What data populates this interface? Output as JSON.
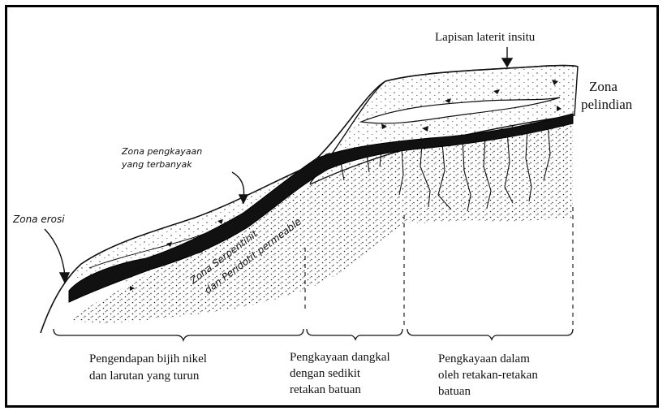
{
  "labels": {
    "lateritic_layer": "Lapisan laterit insitu",
    "leaching_zone_line1": "Zona",
    "leaching_zone_line2": "pelindian",
    "enrichment_zone_line1": "Zona pengkayaan",
    "enrichment_zone_line2": "yang terbanyak",
    "erosion_zone": "Zona erosi",
    "serpentinite_line1": "Zona Serpentinit",
    "serpentinite_line2": "dan Peridotit permeable",
    "section_deposition_line1": "Pengendapan bijih nikel",
    "section_deposition_line2": "dan larutan yang turun",
    "section_shallow_line1": "Pengkayaan dangkal",
    "section_shallow_line2": "dengan sedikit",
    "section_shallow_line3": "retakan batuan",
    "section_deep_line1": "Pengkayaan dalam",
    "section_deep_line2": "oleh retakan-retakan",
    "section_deep_line3": "batuan"
  },
  "colors": {
    "ink": "#111111",
    "frame": "#000000",
    "background": "#ffffff"
  }
}
